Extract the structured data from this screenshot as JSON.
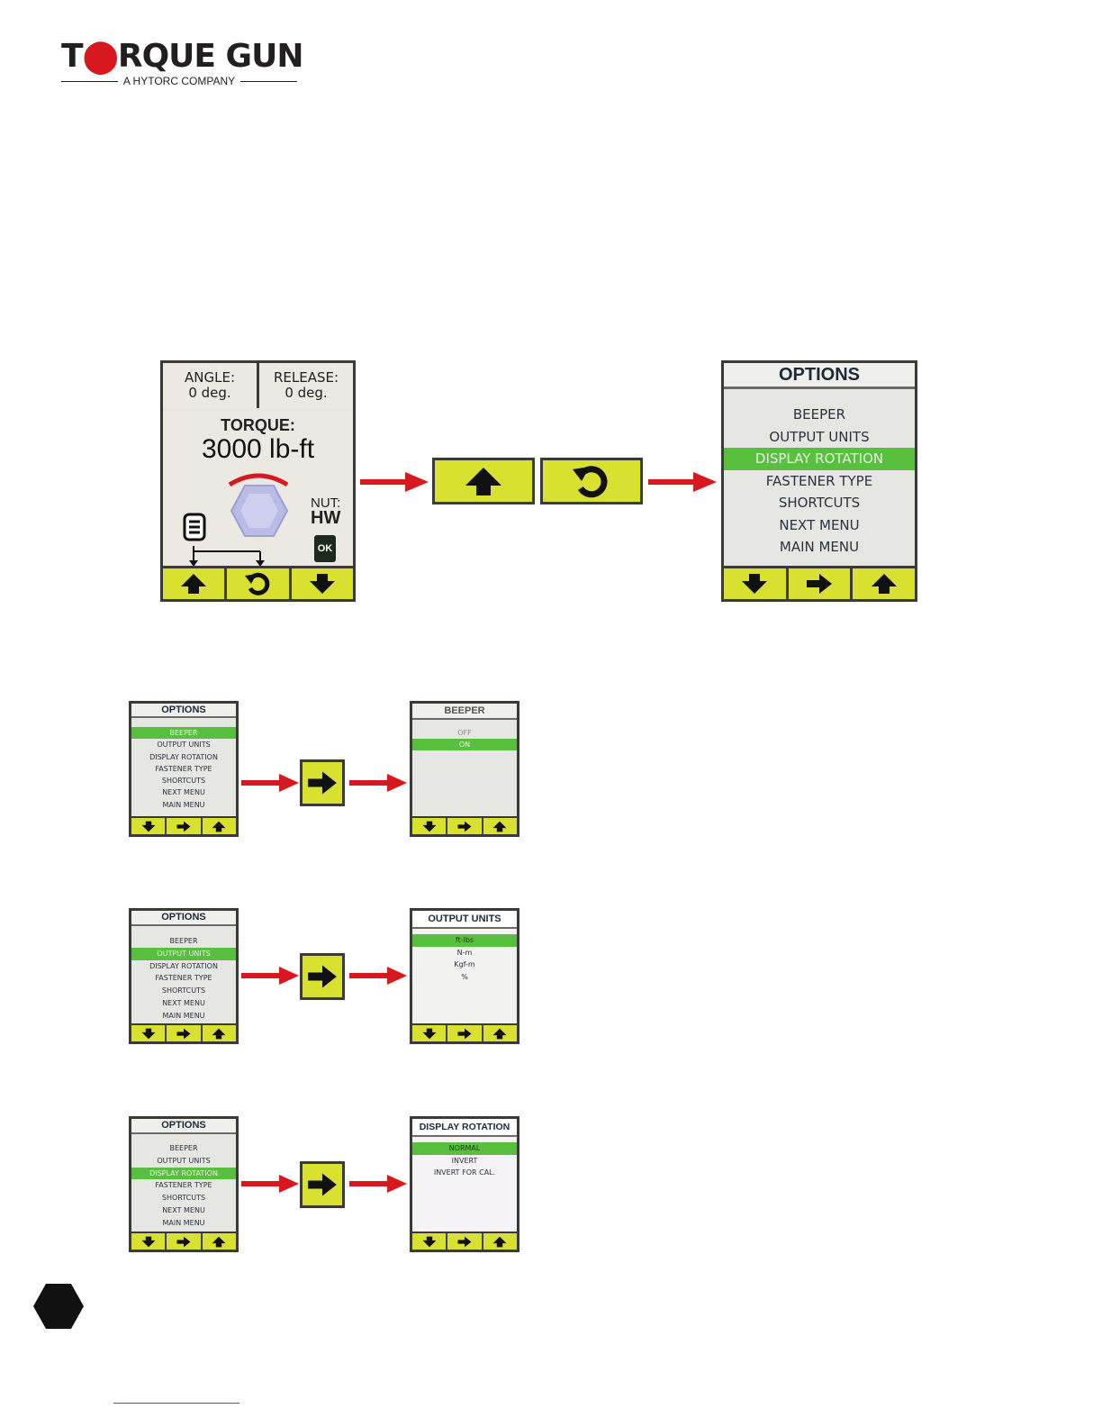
{
  "logo": {
    "word_a": "T",
    "word_b": "RQUE GUN",
    "tagline": "A HYTORC COMPANY"
  },
  "home_screen": {
    "angle_label": "ANGLE:",
    "angle_value": "0 deg.",
    "release_label": "RELEASE:",
    "release_value": "0 deg.",
    "torque_label": "TORQUE:",
    "torque_value": "3000 lb-ft",
    "nut_label": "NUT:",
    "nut_value": "HW",
    "battery_label": "OK"
  },
  "options_large": {
    "title": "OPTIONS",
    "items": [
      "BEEPER",
      "OUTPUT UNITS",
      "DISPLAY ROTATION",
      "FASTENER TYPE",
      "SHORTCUTS",
      "NEXT MENU",
      "MAIN MENU"
    ],
    "selected_index": 2
  },
  "row1": {
    "options": {
      "title": "OPTIONS",
      "items": [
        "BEEPER",
        "OUTPUT UNITS",
        "DISPLAY ROTATION",
        "FASTENER TYPE",
        "SHORTCUTS",
        "NEXT MENU",
        "MAIN MENU"
      ],
      "selected_index": 0
    },
    "result": {
      "title": "BEEPER",
      "items": [
        "OFF",
        "ON"
      ],
      "selected_index": 1
    }
  },
  "row2": {
    "options": {
      "title": "OPTIONS",
      "items": [
        "BEEPER",
        "OUTPUT UNITS",
        "DISPLAY ROTATION",
        "FASTENER TYPE",
        "SHORTCUTS",
        "NEXT MENU",
        "MAIN MENU"
      ],
      "selected_index": 1
    },
    "result": {
      "title": "OUTPUT UNITS",
      "items": [
        "ft-lbs",
        "N-m",
        "Kgf-m",
        "%"
      ],
      "selected_index": 0
    }
  },
  "row3": {
    "options": {
      "title": "OPTIONS",
      "items": [
        "BEEPER",
        "OUTPUT UNITS",
        "DISPLAY ROTATION",
        "FASTENER TYPE",
        "SHORTCUTS",
        "NEXT MENU",
        "MAIN MENU"
      ],
      "selected_index": 2
    },
    "result": {
      "title": "DISPLAY ROTATION",
      "items": [
        "NORMAL",
        "INVERT",
        "INVERT FOR CAL."
      ],
      "selected_index": 0
    }
  },
  "colors": {
    "key_yellow": "#d8e030",
    "highlight_green": "#58c03e",
    "arrow_red": "#d7191f",
    "bezel": "#3a3a36"
  }
}
